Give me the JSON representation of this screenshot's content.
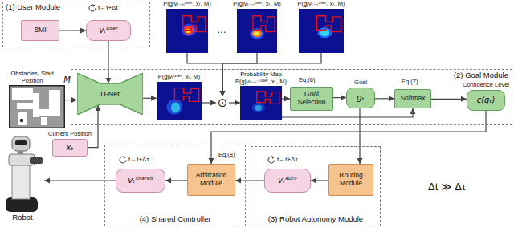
{
  "diagram": {
    "nodes": [
      {
        "text": [
          "(1) User Module"
        ]
      },
      {
        "text": [
          "BMI"
        ],
        "in": 0
      },
      {
        "text": [
          "vₜᵘˢᵉʳ"
        ],
        "in": 0
      },
      {
        "text": [
          "P(g|vₜ₋ₙᵘˢᵉʳ, xₜ, M)"
        ]
      },
      {
        "text": [
          "P(g|vₜ₋₂ᵘˢᵉʳ, xₜ, M)"
        ]
      },
      {
        "text": [
          "P(g|vₜ₋₁ᵘˢᵉʳ, xₜ, M)"
        ]
      },
      {
        "text": [
          "Obstacles, Start Position",
          "M"
        ]
      },
      {
        "text": [
          "(2) Goal Module"
        ]
      },
      {
        "text": [
          "U-Net"
        ],
        "in": 7
      },
      {
        "text": [
          "P(g|vₜᵘˢᵉʳ, xₜ, M)"
        ],
        "in": 7
      },
      {
        "text": [
          "⊙"
        ],
        "in": 7
      },
      {
        "text": [
          "Probability Map",
          "P(g|vₜ₋ₙ:ₜᵘˢᵉʳ, xₜ, M)"
        ],
        "in": 7
      },
      {
        "text": [
          "Goal Selection"
        ],
        "in": 7
      },
      {
        "text": [
          "Goal",
          "gₜ"
        ],
        "in": 7
      },
      {
        "text": [
          "Softmax"
        ],
        "in": 7
      },
      {
        "text": [
          "Confidence Level",
          "c(gₜ)"
        ],
        "in": 7
      },
      {
        "text": [
          "Robot"
        ]
      },
      {
        "text": [
          "Current Position",
          "xₜ"
        ]
      },
      {
        "text": [
          "(4) Shared Controller"
        ]
      },
      {
        "text": [
          "vₜˢʰᵃʳᵉᵈ"
        ],
        "in": 18
      },
      {
        "text": [
          "Arbitration Module"
        ],
        "in": 18
      },
      {
        "text": [
          "(3) Robot Autonomy Module"
        ]
      },
      {
        "text": [
          "vₜᵃᵘᵗᵒ"
        ],
        "in": 21
      },
      {
        "text": [
          "Routing Module"
        ],
        "in": 21
      }
    ],
    "edges": [
      {
        "from": 1,
        "to": 2,
        "arrow": "to"
      },
      {
        "from": 2,
        "to": 8,
        "arrow": "to"
      },
      {
        "from": 6,
        "to": 8,
        "arrow": "to"
      },
      {
        "from": 17,
        "to": 8,
        "arrow": "to"
      },
      {
        "from": 8,
        "to": 9,
        "arrow": "to"
      },
      {
        "from": 9,
        "to": 10,
        "arrow": "to"
      },
      {
        "from": 3,
        "to": 10,
        "arrow": "to"
      },
      {
        "from": 4,
        "to": 10,
        "arrow": "to"
      },
      {
        "from": 5,
        "to": 10,
        "arrow": "to"
      },
      {
        "from": 10,
        "to": 11,
        "arrow": "to"
      },
      {
        "from": 11,
        "to": 12,
        "arrow": "to"
      },
      {
        "from": 12,
        "to": 13,
        "arrow": "to"
      },
      {
        "from": 13,
        "to": 14,
        "arrow": "to"
      },
      {
        "from": 14,
        "to": 15,
        "arrow": "to"
      },
      {
        "from": 11,
        "to": 14,
        "arrow": "to"
      },
      {
        "from": 13,
        "to": 23,
        "arrow": "to"
      },
      {
        "from": 15,
        "to": 20,
        "arrow": "to"
      },
      {
        "from": 23,
        "to": 22,
        "arrow": "to"
      },
      {
        "from": 22,
        "to": 20,
        "arrow": "to"
      },
      {
        "from": 20,
        "to": 19,
        "arrow": "to"
      },
      {
        "from": 19,
        "to": 16,
        "arrow": "to"
      }
    ],
    "labels": [
      "…",
      "Eq.(6)",
      "Eq.(7)",
      "Eq.(8)",
      "t←t+Δt",
      "t←t+Δτ",
      "t←t+Δτ",
      "Δt ≫ Δτ"
    ]
  }
}
